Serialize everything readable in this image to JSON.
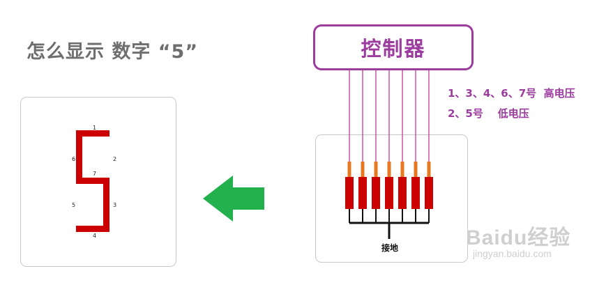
{
  "title": "怎么显示 数字 “5”",
  "controller": {
    "label": "控制器"
  },
  "notes": {
    "high": "1、3、4、6、7号  高电压",
    "low": "2、5号    低电压"
  },
  "segments": [
    {
      "id": "1",
      "voltage": "high"
    },
    {
      "id": "2",
      "voltage": "low"
    },
    {
      "id": "3",
      "voltage": "high"
    },
    {
      "id": "4",
      "voltage": "high"
    },
    {
      "id": "5",
      "voltage": "low"
    },
    {
      "id": "6",
      "voltage": "high"
    },
    {
      "id": "7",
      "voltage": "high"
    }
  ],
  "ground_label": "接地",
  "pin_count": 7,
  "watermark": {
    "brand": "Baidu经验",
    "url": "jingyan.baidu.com"
  },
  "colors": {
    "segment": "#cc0000",
    "accent_purple": "#9b3c9e",
    "arrow_green": "#22b14c",
    "connector": "#e87722",
    "wire": "#c83c96"
  }
}
